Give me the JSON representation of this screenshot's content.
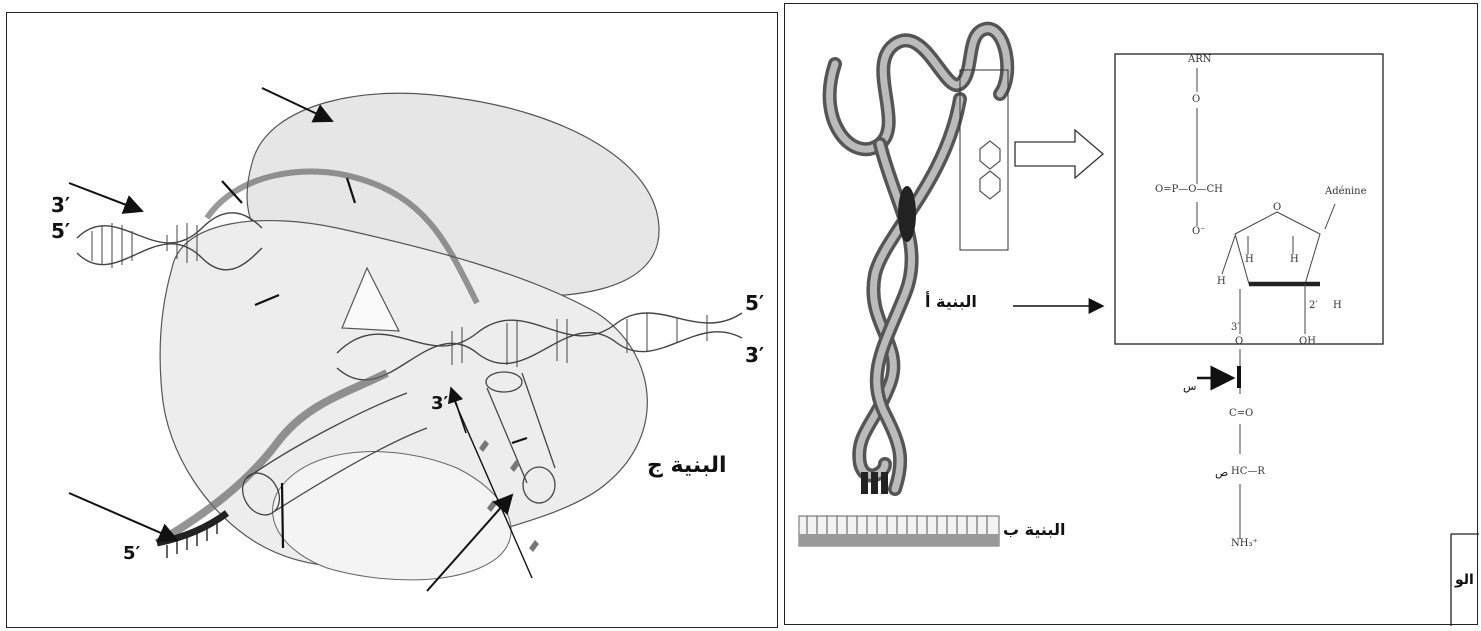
{
  "left": {
    "strand_labels": {
      "dna_left_top": "3′",
      "dna_left_bottom": "5′",
      "dna_right_top": "5′",
      "dna_right_bottom": "3′",
      "channel_end": "3′",
      "mrna_end": "5′"
    },
    "structure_label": "البنية ج"
  },
  "right": {
    "structure_a_label": "البنية أ",
    "structure_b_label": "البنية ب",
    "chem": {
      "arn": "ARN",
      "o_top": "O",
      "phosphate": "O=P—O—CH",
      "o_minus": "O⁻",
      "ring_o": "O",
      "adenine": "Adénine",
      "h1": "H",
      "h2": "H",
      "h3": "H",
      "h4": "H",
      "c2": "2′",
      "c3": "3′",
      "o_link": "O",
      "oh": "OH",
      "carbonyl": "C=O",
      "ch_r": "HC—R",
      "nh3": "NH₃⁺",
      "label_s1": "س",
      "label_s2": "ص"
    },
    "corner_label": "الو"
  }
}
